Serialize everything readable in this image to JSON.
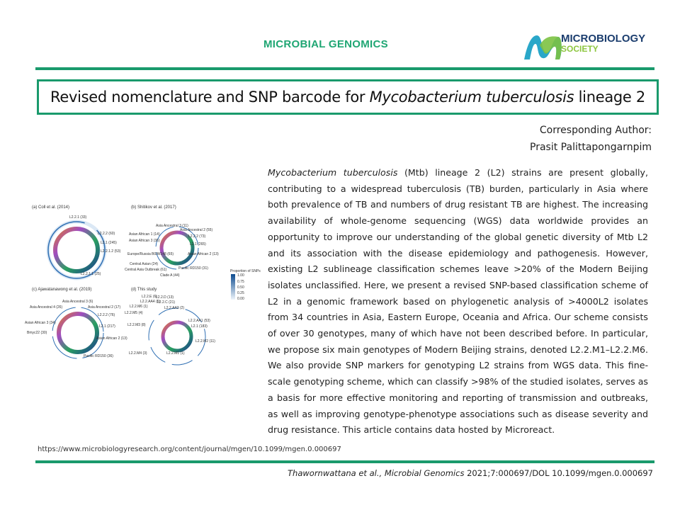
{
  "header": {
    "journal": "MICROBIAL GENOMICS",
    "society_line1": "MICROBIOLOGY",
    "society_line2": "SOCIETY"
  },
  "title": {
    "prefix": "Revised nomenclature and SNP barcode for ",
    "italic": "Mycobacterium tuberculosis",
    "suffix": " lineage 2"
  },
  "corresponding": {
    "label": "Corresponding Author:",
    "name": "Prasit Palittapongarnpim"
  },
  "abstract": {
    "italic": "Mycobacterium tuberculosis",
    "text": " (Mtb) lineage 2 (L2) strains are present globally, contributing to a widespread tuberculosis (TB) burden, particularly in Asia where both prevalence of TB and numbers of drug resistant TB are highest. The increasing availability of whole-genome sequencing (WGS) data worldwide provides an opportunity to improve our understanding of the global genetic diversity of Mtb L2 and its association with the disease epidemiology and pathogenesis. However, existing L2 sublineage classification schemes leave >20% of the Modern Beijing isolates unclassified. Here, we present a revised SNP-based classification scheme of L2 in a genomic framework based on phylogenetic analysis of >4000L2 isolates from 34 countries in Asia, Eastern Europe, Oceania and Africa. Our scheme consists of over 30 genotypes, many of which have not been described before. In particular, we propose six main genotypes of Modern Beijing strains, denoted L2.2.M1–L2.2.M6. We also provide SNP markers for genotyping L2 strains from WGS data. This fine-scale genotyping scheme, which can classify >98% of the studied isolates, serves as a basis for more effective monitoring and reporting of transmission and outbreaks, as well as improving genotype-phenotype associations such as disease severity and drug resistance. This article contains data hosted by Microreact."
  },
  "figure": {
    "panels": [
      {
        "title": "(a)  Coll et al. (2014)",
        "labels": [
          "L2.2.1 (33)",
          "L2.2.2 (60)",
          "L2.1 (245)",
          "L2.2.1.2 (53)",
          "L2.2.1.1 (25)"
        ]
      },
      {
        "title": "(b)  Shitikov et al. (2017)",
        "labels": [
          "Asia Ancestral 3 (11)",
          "Asia Ancestral 2 (55)",
          "Asian African 1 (14)",
          "L2.2.2 (73)",
          "Asian African 3 (36)",
          "L2.1 (265)",
          "Europe/Russia B0/W148 (65)",
          "Asian African 2 (13)",
          "Central Asian (24)",
          "Central Asia Outbreak (61)",
          "Clade A (44)",
          "Pacific RD150 (31)"
        ]
      },
      {
        "title": "(c)  Ajawatanawong et al. (2019)",
        "labels": [
          "Asia Ancestral 3 (6)",
          "Asia Ancestral 4 (26)",
          "Asia Ancestral 2 (17)",
          "L2.2.2 (76)",
          "Asian African 3 (34)",
          "L2.1 (217)",
          "Bmyc22 (30)",
          "Asian African 2 (13)",
          "Pacific RD150 (36)"
        ]
      },
      {
        "title": "(d)  This study",
        "labels": [
          "L2.2.E (6)",
          "L2.2.D (13)",
          "L2.2.AA4 (5)",
          "L2.2.C (21)",
          "L2.2.M6 (1)",
          "L2.2.AA3 (2)",
          "L2.2.M5 (4)",
          "L2.2.AA1 (53)",
          "L2.2.M3 (8)",
          "L2.1 (183)",
          "L2.2.M2 (11)",
          "L2.2.M4 (3)",
          "L2.2.M1 (1)"
        ]
      }
    ],
    "legend": {
      "title": "Proportion of SNPs",
      "ticks": [
        "1.00",
        "0.75",
        "0.50",
        "0.25",
        "0.00"
      ]
    }
  },
  "footer": {
    "url": "https://www.microbiologyresearch.org/content/journal/mgen/10.1099/mgen.0.000697",
    "cite_authors": "Thawornwattana et al.,",
    "cite_journal": "Microbial Genomics",
    "cite_rest": " 2021;7:000697/DOL 10.1099/mgen.0.000697"
  },
  "colors": {
    "accent": "#1a9a6c",
    "journal": "#1fa673",
    "society_blue": "#1b3d6e",
    "society_green": "#8dc63f"
  }
}
